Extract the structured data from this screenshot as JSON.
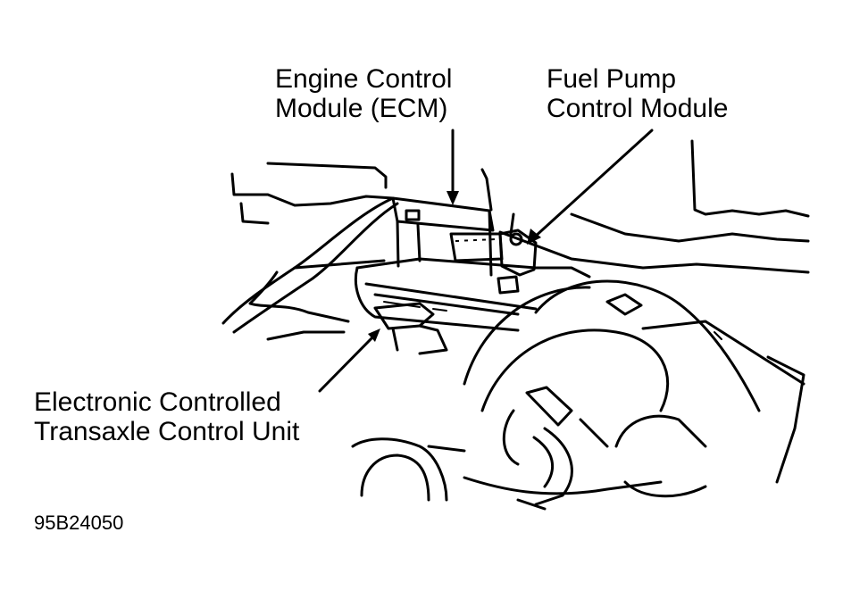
{
  "labels": {
    "ecm": [
      "Engine Control",
      "Module (ECM)"
    ],
    "fuel_pump": [
      "Fuel Pump",
      "Control Module"
    ],
    "ectcu": [
      "Electronic Controlled",
      "Transaxle Control Unit"
    ]
  },
  "figure_id": "95B24050",
  "colors": {
    "line": "#000000",
    "background": "#ffffff"
  }
}
